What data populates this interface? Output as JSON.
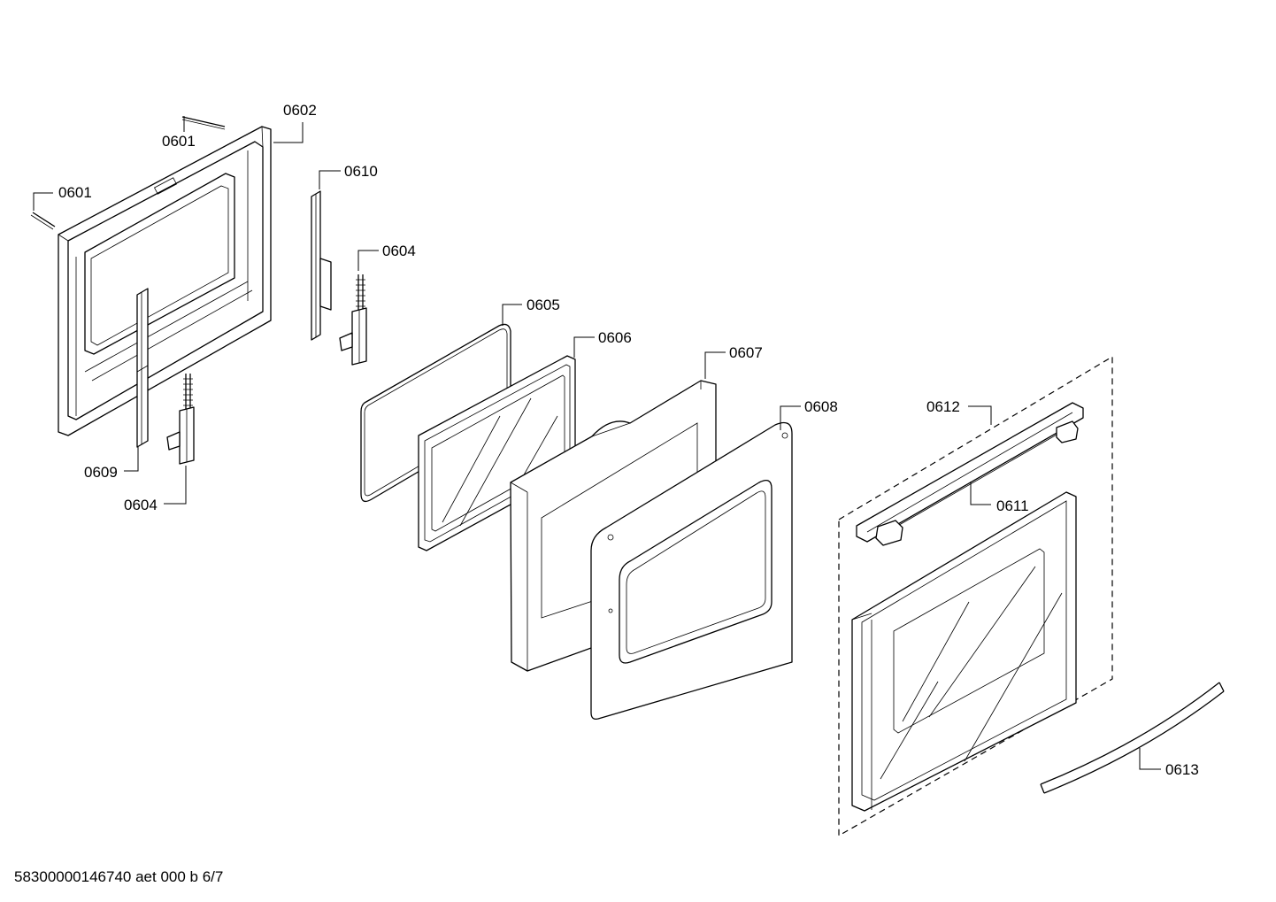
{
  "labels": {
    "p0601a": "0601",
    "p0601b": "0601",
    "p0602": "0602",
    "p0604a": "0604",
    "p0604b": "0604",
    "p0605": "0605",
    "p0606": "0606",
    "p0607": "0607",
    "p0608": "0608",
    "p0609": "0609",
    "p0610": "0610",
    "p0611": "0611",
    "p0612": "0612",
    "p0613": "0613"
  },
  "footer": {
    "document_code": "58300000146740 aet 000 b 6/7"
  }
}
